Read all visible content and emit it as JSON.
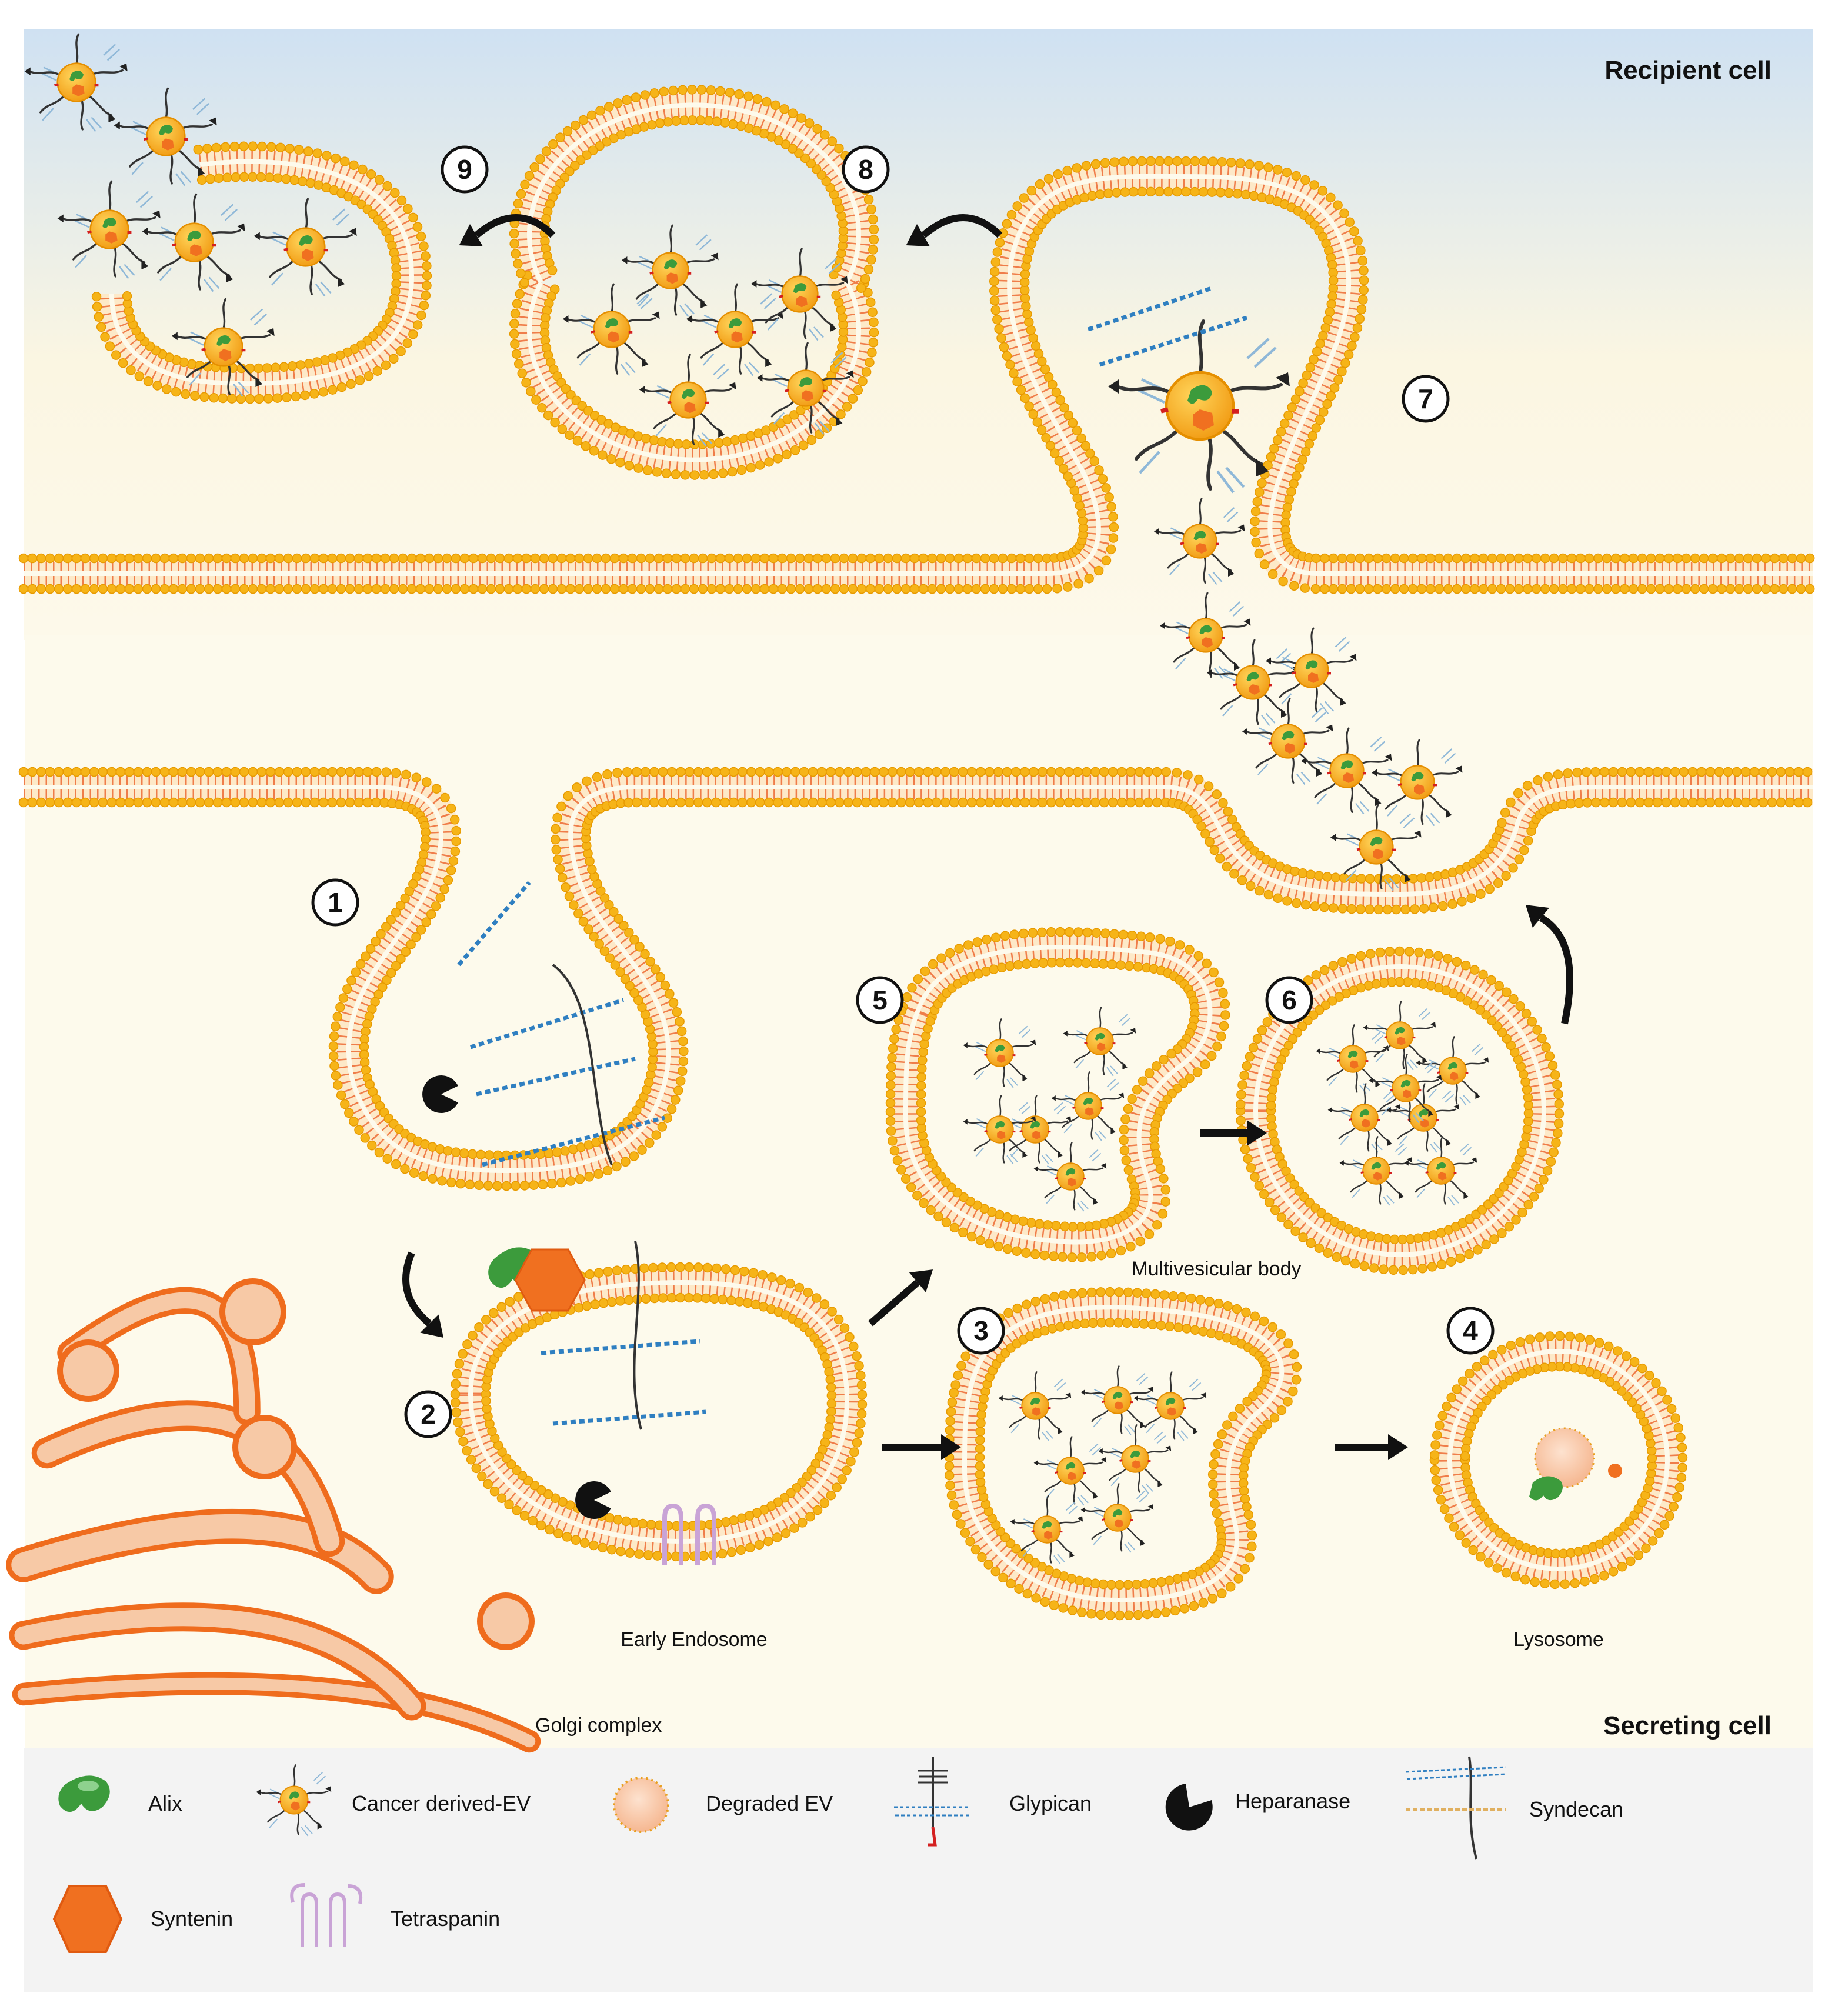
{
  "regions": {
    "recipient": "Recipient cell",
    "secreting": "Secreting cell"
  },
  "labels": {
    "golgi": "Golgi complex",
    "early_endosome": "Early Endosome",
    "mvb": "Multivesicular body",
    "lysosome": "Lysosome"
  },
  "steps": [
    "1",
    "2",
    "3",
    "4",
    "5",
    "6",
    "7",
    "8",
    "9"
  ],
  "legend": {
    "alix": "Alix",
    "cancer_ev": "Cancer derived-EV",
    "degraded_ev": "Degraded EV",
    "glypican": "Glypican",
    "heparanase": "Heparanase",
    "syndecan": "Syndecan",
    "syntenin": "Syntenin",
    "tetraspanin": "Tetraspanin"
  },
  "colors": {
    "bead": "#f6b418",
    "bead_stroke": "#e79a00",
    "tail": "#ef7d4a",
    "golgi_fill": "#f7c9a6",
    "golgi_stroke": "#ef6c1d",
    "alix": "#3c9b3c",
    "syntenin": "#f07020",
    "hs_chain": "#2f7fc1",
    "tetraspanin": "#c9a3d6",
    "ev_core": "#f5a623",
    "legend_bg": "#f3f3f3"
  }
}
